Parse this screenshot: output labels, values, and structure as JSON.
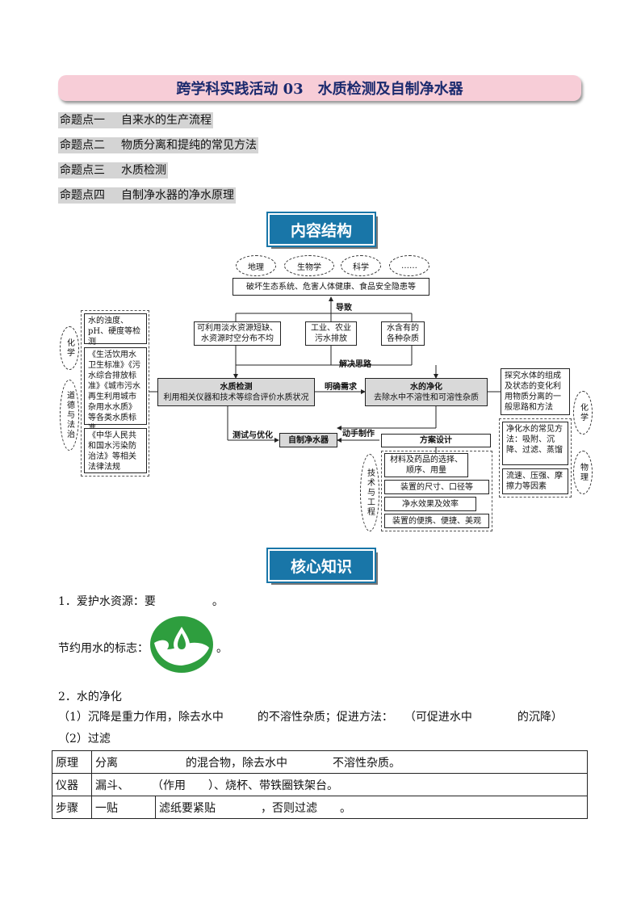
{
  "title": "跨学科实践活动 03　水质检测及自制净水器",
  "topics": [
    {
      "key": "命题点一",
      "text": "自来水的生产流程"
    },
    {
      "key": "命题点二",
      "text": "物质分离和提纯的常见方法"
    },
    {
      "key": "命题点三",
      "text": "水质检测"
    },
    {
      "key": "命题点四",
      "text": "自制净水器的净水原理"
    }
  ],
  "banners": {
    "structure": "内容结构",
    "core": "核心知识"
  },
  "diagram": {
    "subjects": [
      "地理",
      "生物学",
      "科学",
      "……"
    ],
    "harm": "破坏生态系统、危害人体健康、食品安全隐患等",
    "lead_to": "导致",
    "causes": [
      "可利用淡水资源短缺、水资源时空分布不均",
      "工业、农业污水排放",
      "水含有的各种杂质"
    ],
    "solve": "解决思路",
    "detect_title": "水质检测",
    "detect_desc": "利用相关仪器和技术等综合评价水质状况",
    "clear_need": "明确需求",
    "purify_title": "水的净化",
    "purify_desc": "去除水中不溶性和可溶性杂质",
    "test_opt": "测试与优化",
    "filter_device": "自制净水器",
    "hands_on": "动手制作",
    "plan": "方案设计",
    "left_top": "水的浊度、pH、硬度等检测",
    "left_mid": "《生活饮用水卫生标准》《污水综合排放标准》《城市污水再生利用城市杂用水水质》等各类水质标准",
    "left_bottom": "《中华人民共和国水污染防治法》等相关法律法规",
    "left_chem": "化学",
    "left_moral": "道德与法治",
    "right_top": "探究水体的组成及状态的变化利用物质分离的一般思路和方法",
    "right_chem": "化学",
    "right_mid": "净化水的常见方法：吸附、沉降、过滤、蒸馏",
    "right_bottom": "流速、压强、摩擦力等因素",
    "right_phys": "物理",
    "tech": "技术与工程",
    "plan_items": [
      "材料及药品的选择、顺序、用量",
      "装置的尺寸、口径等",
      "净水效果及效率",
      "装置的便携、便捷、美观"
    ]
  },
  "content": {
    "q1": "1．爱护水资源：要　　　　　。",
    "logo_label": "节约用水的标志：",
    "logo_after": "。",
    "q2": "2．水的净化",
    "q2_1": "（1）沉降是重力作用，除去水中　　　的不溶性杂质；促进方法：　　（可促进水中　　　　的沉降）",
    "q2_2": "（2）过滤",
    "table": [
      [
        "原理",
        "分离　　　　　　的混合物，除去水中　　　　不溶性杂质。"
      ],
      [
        "仪器",
        "漏斗、　　　（作用　　）、烧杯、带铁圈铁架台。"
      ],
      [
        "步骤",
        "一贴",
        "滤纸要紧贴　　　　，否则过滤　　。"
      ]
    ]
  },
  "colors": {
    "title_bg": "#f7cdd7",
    "banner": "#1976a8",
    "logo_green": "#2e9e3e"
  }
}
